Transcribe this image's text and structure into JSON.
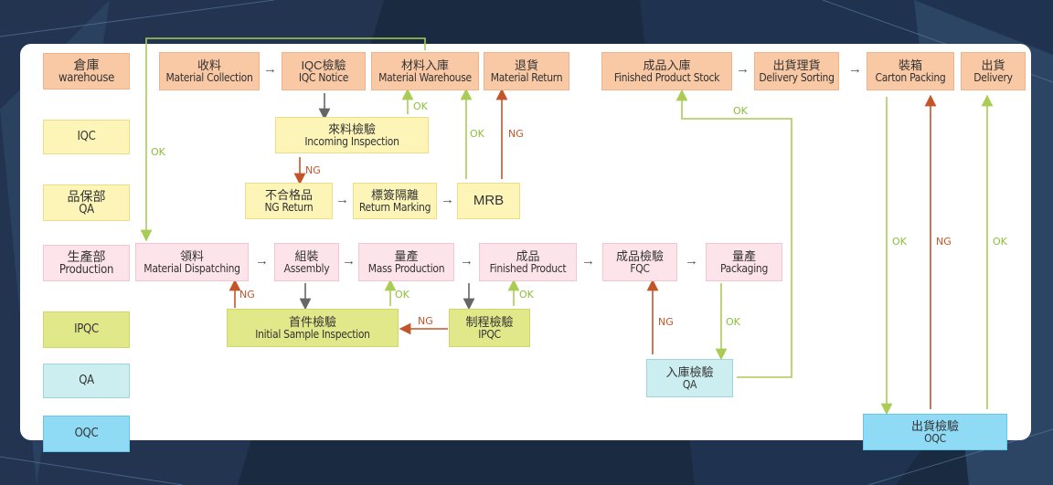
{
  "rows": {
    "warehouse": {
      "zh": "倉庫",
      "en": "warehouse"
    },
    "iqc": {
      "zh": "",
      "en": "IQC"
    },
    "qa_dept": {
      "zh": "品保部",
      "en": "QA"
    },
    "production": {
      "zh": "生產部",
      "en": "Production"
    },
    "ipqc": {
      "zh": "",
      "en": "IPQC"
    },
    "qa": {
      "zh": "",
      "en": "QA"
    },
    "oqc": {
      "zh": "",
      "en": "OQC"
    }
  },
  "steps": {
    "material_collection": {
      "zh": "收料",
      "en": "Material Collection"
    },
    "iqc_notice": {
      "zh": "IQC檢驗",
      "en": "IQC Notice"
    },
    "material_warehouse": {
      "zh": "材料入庫",
      "en": "Material Warehouse"
    },
    "material_return": {
      "zh": "退貨",
      "en": "Material Return"
    },
    "finished_stock": {
      "zh": "成品入庫",
      "en": "Finished  Product Stock"
    },
    "delivery_sorting": {
      "zh": "出貨理貨",
      "en": "Delivery Sorting"
    },
    "carton_packing": {
      "zh": "裝箱",
      "en": "Carton Packing"
    },
    "delivery": {
      "zh": "出貨",
      "en": "Delivery"
    },
    "incoming_inspection": {
      "zh": "來料檢驗",
      "en": "Incoming Inspection"
    },
    "ng_return": {
      "zh": "不合格品",
      "en": "NG Return"
    },
    "return_marking": {
      "zh": "標簽隔離",
      "en": "Return Marking"
    },
    "mrb": {
      "zh": "",
      "en": "MRB"
    },
    "material_dispatching": {
      "zh": "領料",
      "en": "Material Dispatching"
    },
    "assembly": {
      "zh": "組裝",
      "en": "Assembly"
    },
    "mass_production": {
      "zh": "量產",
      "en": "Mass Production"
    },
    "finished_product": {
      "zh": "成品",
      "en": "Finished Product"
    },
    "fqc": {
      "zh": "成品檢驗",
      "en": "FQC"
    },
    "packaging": {
      "zh": "量產",
      "en": "Packaging"
    },
    "initial_sample": {
      "zh": "首件檢驗",
      "en": "Initial Sample Inspection"
    },
    "process_inspection": {
      "zh": "制程檢驗",
      "en": "IPQC"
    },
    "storage_inspection": {
      "zh": "入庫檢驗",
      "en": "QA"
    },
    "shipment_inspection": {
      "zh": "出貨檢驗",
      "en": "OQC"
    }
  },
  "labels": {
    "ok": "OK",
    "ng": "NG"
  },
  "colors": {
    "warehouse": "#f9c8a4",
    "qa_dept": "#fdf5b8",
    "production": "#fde4ea",
    "ipqc": "#e1e88a",
    "qa": "#cdeef0",
    "oqc": "#8fdaf5",
    "ok_line": "#a9cc55",
    "ng_line": "#c2552a"
  }
}
